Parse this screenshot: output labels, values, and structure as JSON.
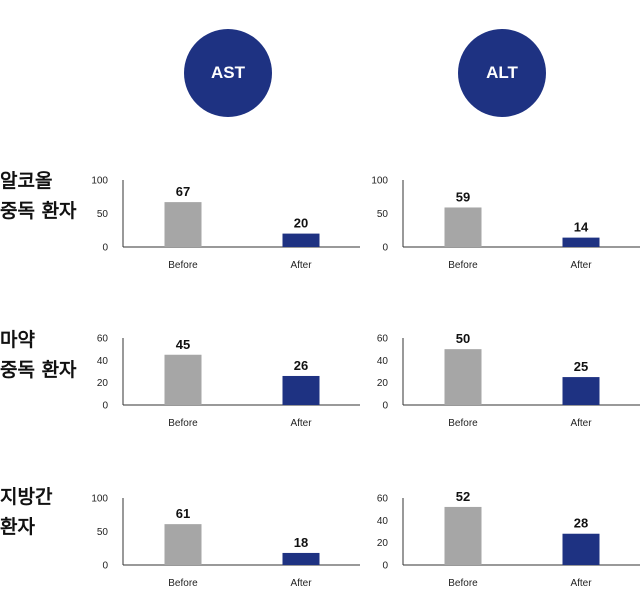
{
  "headers": [
    {
      "label": "AST",
      "color": "#1e3282"
    },
    {
      "label": "ALT",
      "color": "#1e3282"
    }
  ],
  "rows": [
    {
      "label": "알코올\n중독 환자"
    },
    {
      "label": "마약\n중독 환자"
    },
    {
      "label": "지방간\n환자"
    }
  ],
  "colors": {
    "before": "#a6a6a6",
    "after": "#1e3282",
    "axis": "#333333"
  },
  "chart_data": [
    {
      "type": "bar",
      "categories": [
        "Before",
        "After"
      ],
      "values": [
        67,
        20
      ],
      "yticks": [
        0,
        50,
        100
      ],
      "ylim": [
        0,
        100
      ]
    },
    {
      "type": "bar",
      "categories": [
        "Before",
        "After"
      ],
      "values": [
        59,
        14
      ],
      "yticks": [
        0,
        50,
        100
      ],
      "ylim": [
        0,
        100
      ]
    },
    {
      "type": "bar",
      "categories": [
        "Before",
        "After"
      ],
      "values": [
        45,
        26
      ],
      "yticks": [
        0,
        20,
        40,
        60
      ],
      "ylim": [
        0,
        60
      ]
    },
    {
      "type": "bar",
      "categories": [
        "Before",
        "After"
      ],
      "values": [
        50,
        25
      ],
      "yticks": [
        0,
        20,
        40,
        60
      ],
      "ylim": [
        0,
        60
      ]
    },
    {
      "type": "bar",
      "categories": [
        "Before",
        "After"
      ],
      "values": [
        61,
        18
      ],
      "yticks": [
        0,
        50,
        100
      ],
      "ylim": [
        0,
        100
      ]
    },
    {
      "type": "bar",
      "categories": [
        "Before",
        "After"
      ],
      "values": [
        52,
        28
      ],
      "yticks": [
        0,
        20,
        40,
        60
      ],
      "ylim": [
        0,
        60
      ]
    }
  ]
}
